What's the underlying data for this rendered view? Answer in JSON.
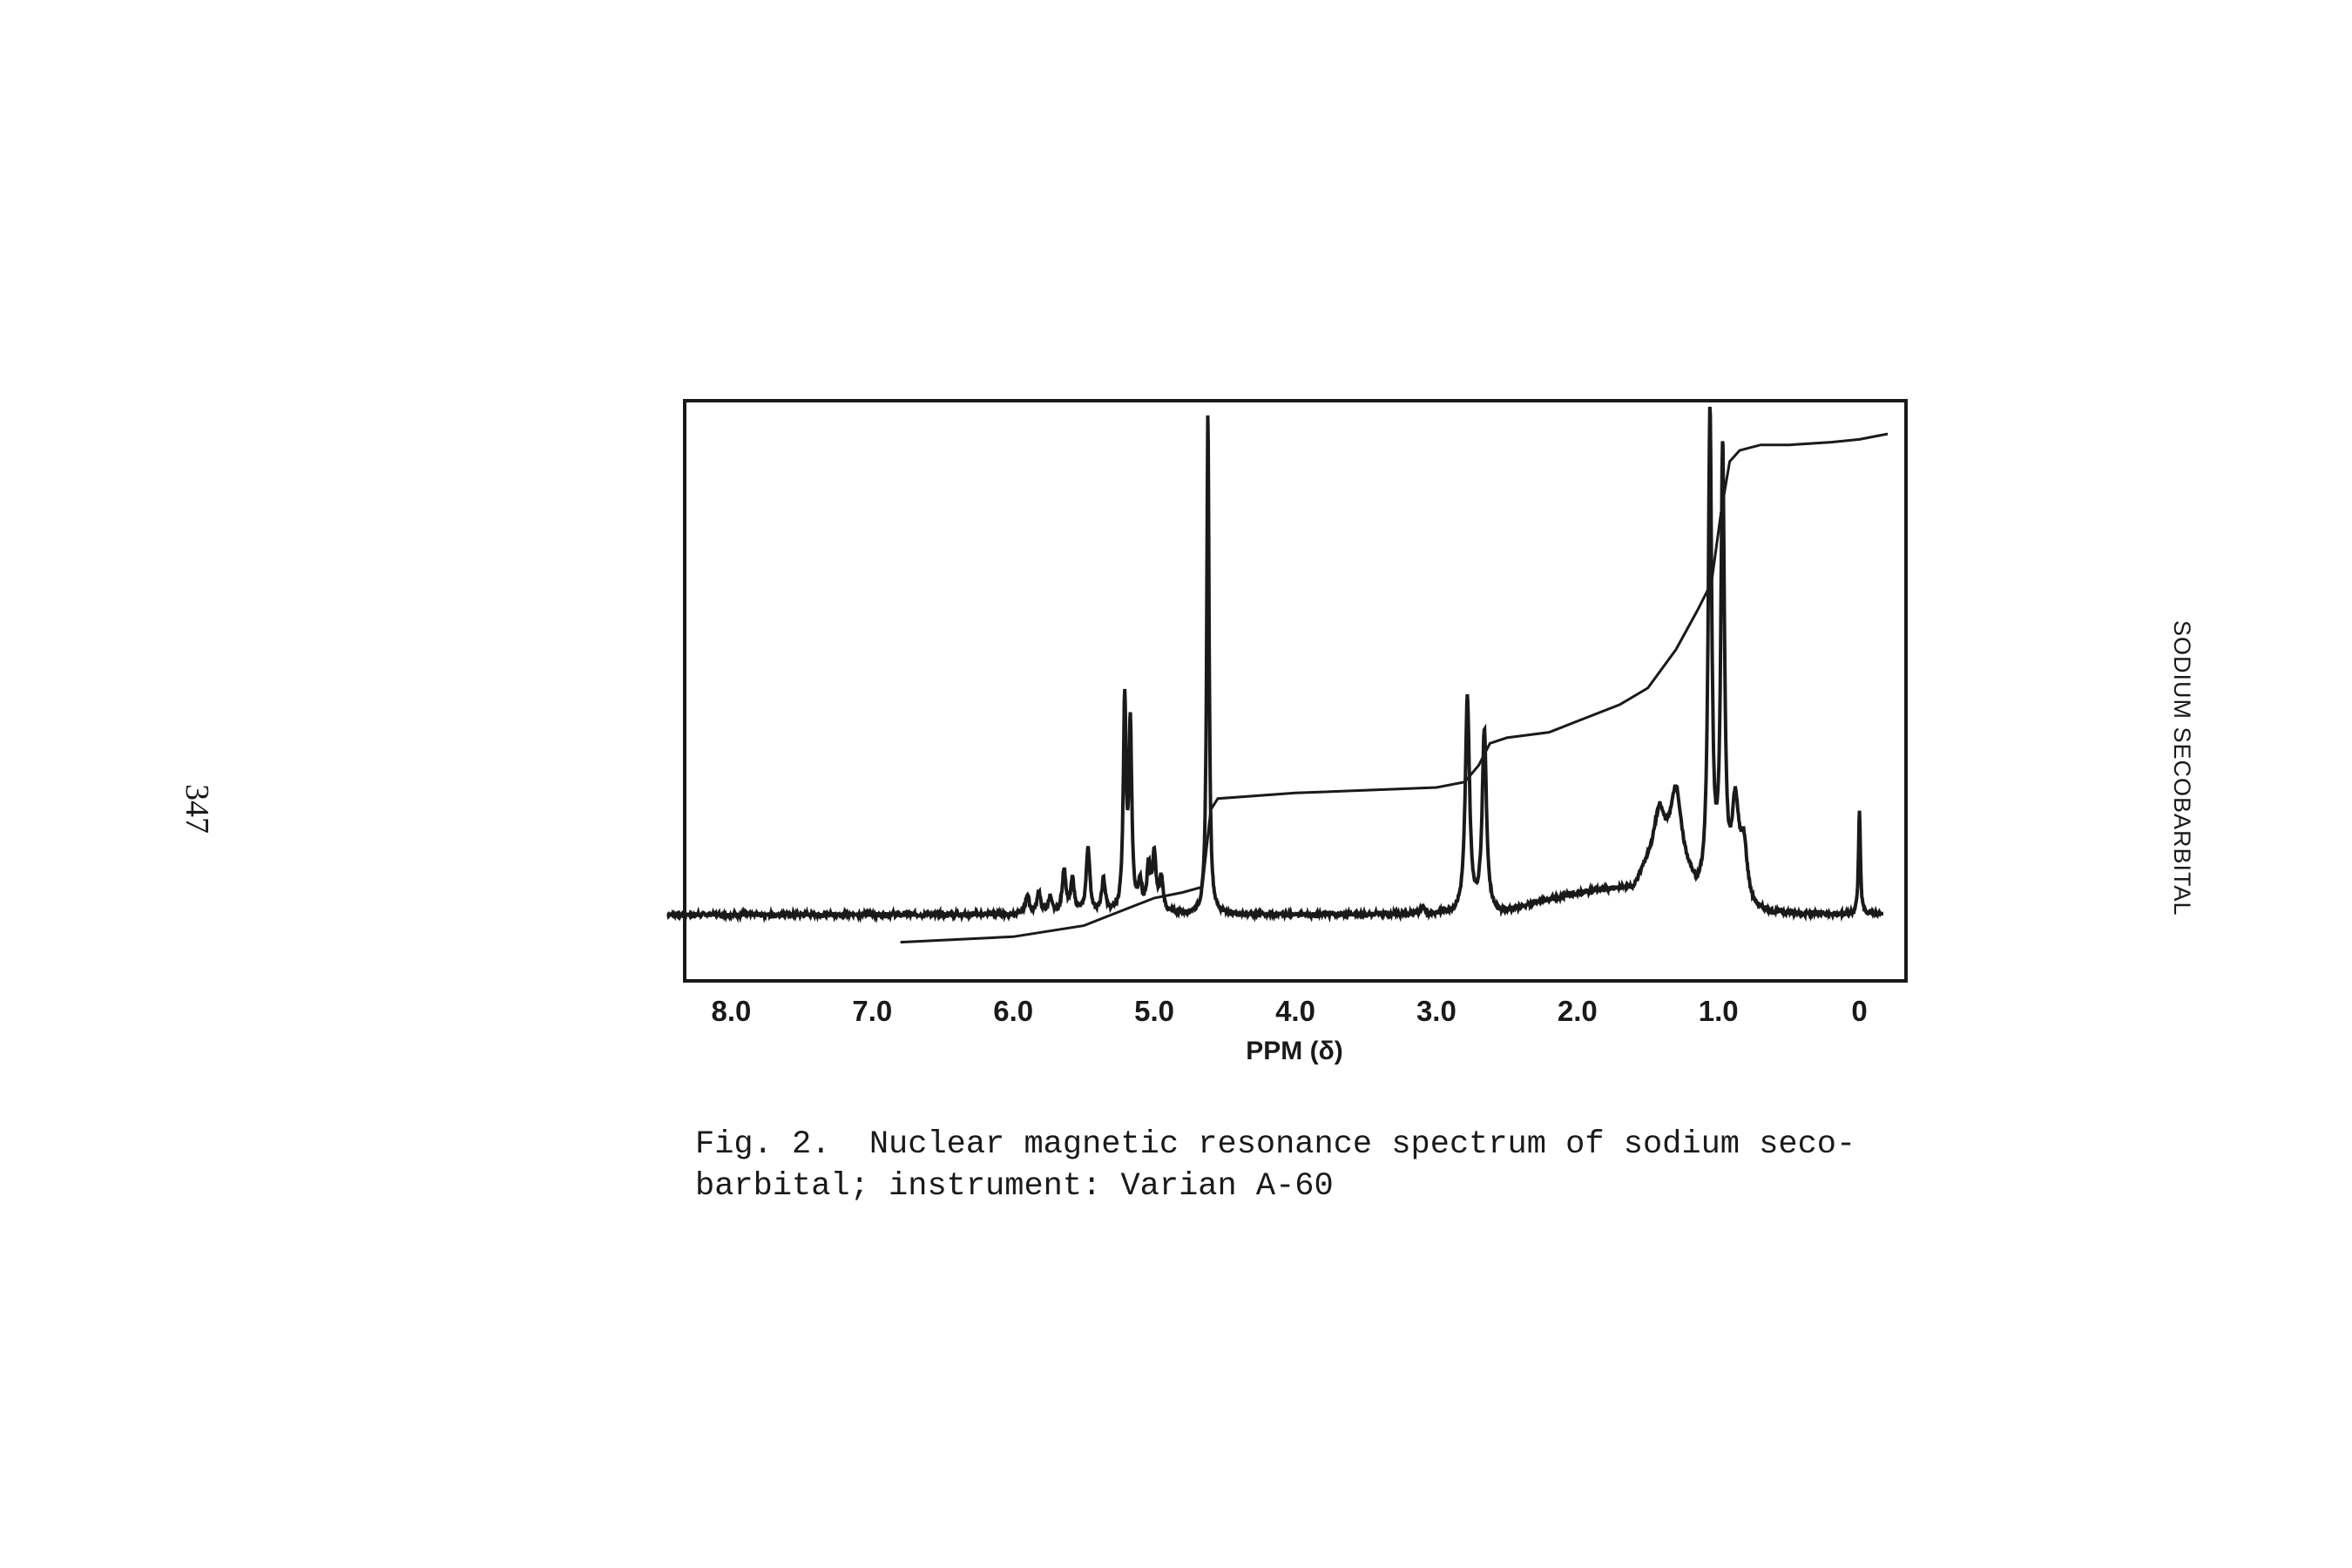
{
  "page_number": "347",
  "running_head": "SODIUM SECOBARBITAL",
  "caption": {
    "line1": "Fig. 2.  Nuclear magnetic resonance spectrum of sodium seco-",
    "line2": "barbital; instrument: Varian A-60"
  },
  "chart_data": {
    "type": "line",
    "title": "",
    "xlabel": "PPM (δ)",
    "ylabel": "",
    "x_reversed": true,
    "xlim": [
      8.33,
      -0.33
    ],
    "ylim": [
      -5,
      100
    ],
    "x_ticks": [
      8.0,
      7.0,
      6.0,
      5.0,
      4.0,
      3.0,
      2.0,
      1.0,
      0
    ],
    "x_tick_labels": [
      "8.0",
      "7.0",
      "6.0",
      "5.0",
      "4.0",
      "3.0",
      "2.0",
      "1.0",
      "0"
    ],
    "grid": false,
    "legend": "none",
    "line_color": "#1a1a1a",
    "spectrum": {
      "baseline": 7,
      "peaks": [
        {
          "ppm": 5.9,
          "height": 3.5,
          "width": 0.015
        },
        {
          "ppm": 5.82,
          "height": 4.0,
          "width": 0.015
        },
        {
          "ppm": 5.74,
          "height": 3.0,
          "width": 0.015
        },
        {
          "ppm": 5.64,
          "height": 8.0,
          "width": 0.015
        },
        {
          "ppm": 5.58,
          "height": 6.0,
          "width": 0.015
        },
        {
          "ppm": 5.47,
          "height": 12.0,
          "width": 0.015
        },
        {
          "ppm": 5.36,
          "height": 6.0,
          "width": 0.015
        },
        {
          "ppm": 5.21,
          "height": 38.0,
          "width": 0.012
        },
        {
          "ppm": 5.17,
          "height": 33.0,
          "width": 0.012
        },
        {
          "ppm": 5.1,
          "height": 5.0,
          "width": 0.015
        },
        {
          "ppm": 5.04,
          "height": 8.0,
          "width": 0.015
        },
        {
          "ppm": 5.0,
          "height": 10.0,
          "width": 0.015
        },
        {
          "ppm": 4.95,
          "height": 6.0,
          "width": 0.015
        },
        {
          "ppm": 4.62,
          "height": 91.0,
          "width": 0.01
        },
        {
          "ppm": 3.1,
          "height": 1.0,
          "width": 0.02
        },
        {
          "ppm": 2.78,
          "height": 39.0,
          "width": 0.018
        },
        {
          "ppm": 2.66,
          "height": 33.0,
          "width": 0.018
        },
        {
          "ppm": 1.3,
          "height": 12.0,
          "width": 0.04
        },
        {
          "ppm": 1.42,
          "height": 7.0,
          "width": 0.04
        },
        {
          "ppm": 1.06,
          "height": 87.0,
          "width": 0.015
        },
        {
          "ppm": 0.97,
          "height": 80.0,
          "width": 0.015
        },
        {
          "ppm": 0.88,
          "height": 17.0,
          "width": 0.03
        },
        {
          "ppm": 0.82,
          "height": 10.0,
          "width": 0.03
        },
        {
          "ppm": 0.0,
          "height": 19.0,
          "width": 0.008
        }
      ],
      "humps": [
        {
          "from": 2.55,
          "to": 0.75,
          "height": 4.5
        },
        {
          "from": 1.6,
          "to": 1.15,
          "height": 7.5
        }
      ]
    },
    "integral": {
      "x": [
        6.8,
        6.0,
        5.5,
        5.2,
        5.0,
        4.8,
        4.66,
        4.6,
        4.55,
        4.0,
        3.0,
        2.8,
        2.7,
        2.62,
        2.5,
        2.2,
        2.0,
        1.7,
        1.5,
        1.3,
        1.15,
        1.05,
        0.98,
        0.92,
        0.85,
        0.7,
        0.5,
        0.2,
        0.0,
        -0.2
      ],
      "y": [
        2.0,
        3.0,
        5.0,
        8.0,
        10.0,
        11.0,
        12.0,
        26.0,
        28.0,
        29.0,
        30.0,
        31.0,
        34.0,
        38.0,
        39.0,
        40.0,
        42.0,
        45.0,
        48.0,
        55.0,
        62.0,
        67.0,
        80.0,
        89.0,
        91.0,
        92.0,
        92.0,
        92.5,
        93.0,
        94.0
      ]
    }
  }
}
